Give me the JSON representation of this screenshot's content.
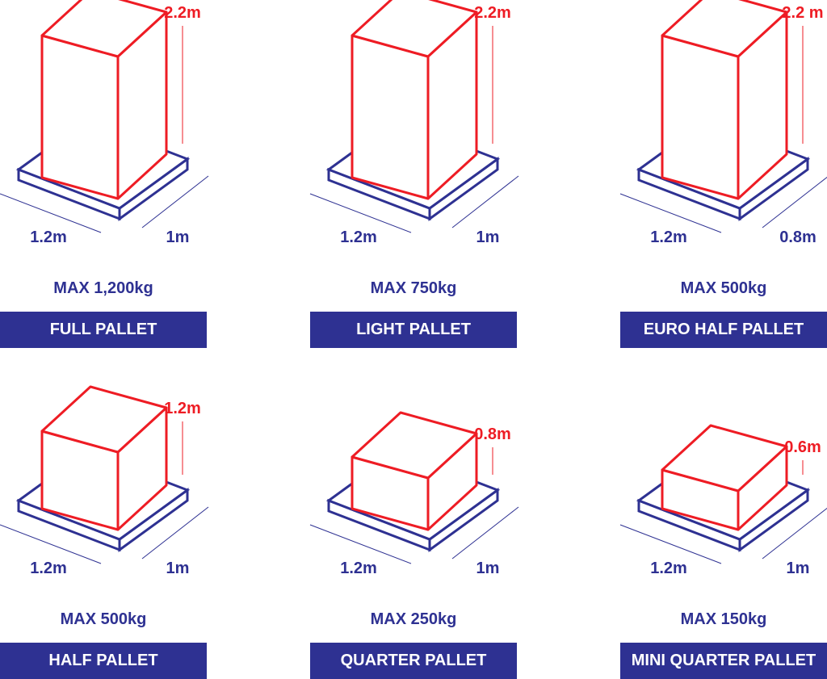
{
  "colors": {
    "load": "#ee1c24",
    "pallet": "#2e3192",
    "background": "#ffffff"
  },
  "pallets": [
    {
      "name": "FULL PALLET",
      "max_weight": "MAX 1,200kg",
      "height": "2.2m",
      "length": "1.2m",
      "width": "1m",
      "height_m": 2.2
    },
    {
      "name": "LIGHT PALLET",
      "max_weight": "MAX 750kg",
      "height": "2.2m",
      "length": "1.2m",
      "width": "1m",
      "height_m": 2.2
    },
    {
      "name": "EURO HALF PALLET",
      "max_weight": "MAX 500kg",
      "height": "2.2 m",
      "length": "1.2m",
      "width": "0.8m",
      "height_m": 2.2
    },
    {
      "name": "HALF PALLET",
      "max_weight": "MAX 500kg",
      "height": "1.2m",
      "length": "1.2m",
      "width": "1m",
      "height_m": 1.2
    },
    {
      "name": "QUARTER PALLET",
      "max_weight": "MAX 250kg",
      "height": "0.8m",
      "length": "1.2m",
      "width": "1m",
      "height_m": 0.8
    },
    {
      "name": "MINI QUARTER PALLET",
      "max_weight": "MAX 150kg",
      "height": "0.6m",
      "length": "1.2m",
      "width": "1m",
      "height_m": 0.6
    }
  ]
}
